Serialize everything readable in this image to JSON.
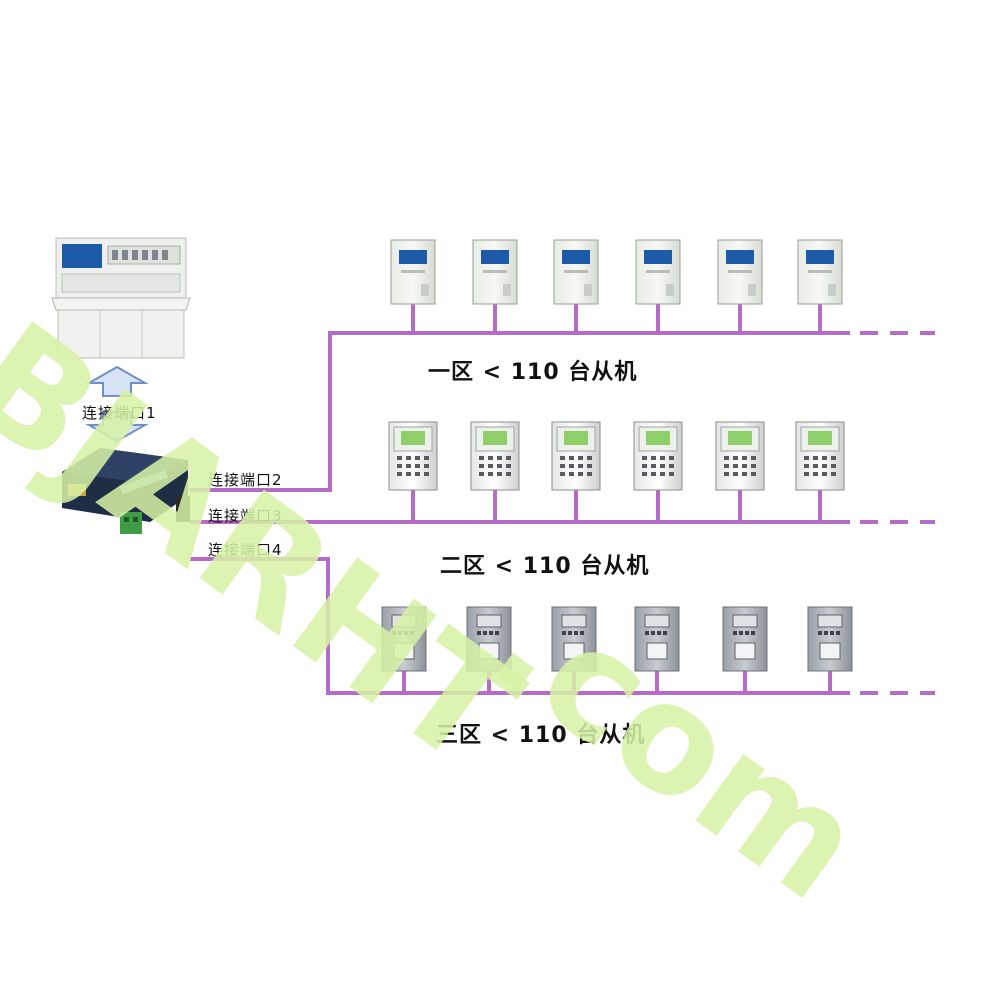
{
  "ports": {
    "p1": "连接端口1",
    "p2": "连接端口2",
    "p3": "连接端口3",
    "p4": "连接端口4"
  },
  "zones": [
    {
      "label": "一区 < 110 台从机",
      "device_count": 6
    },
    {
      "label": "二区 < 110 台从机",
      "device_count": 6
    },
    {
      "label": "三区 < 110 台从机",
      "device_count": 6
    }
  ],
  "watermark": {
    "line1": "BJARHT",
    "line2": ".com"
  },
  "colors": {
    "bus_line": "#b46cc6",
    "arrow_fill": "#d7e2f5",
    "arrow_stroke": "#6f8fc8",
    "panel_screen": "#1d5aa8",
    "watermark": "#d8f2a6",
    "router_body": "#1f2d45",
    "terminal_green": "#3f9b47"
  }
}
